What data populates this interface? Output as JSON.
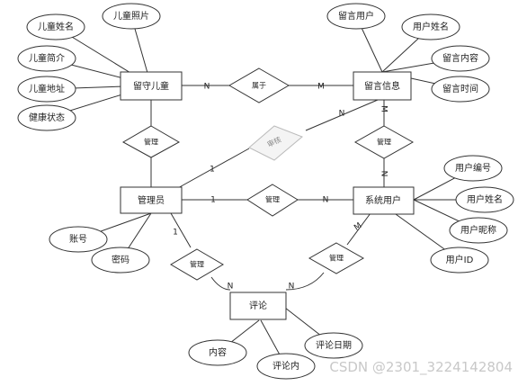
{
  "entities": {
    "left_behind_children": "留守儿童",
    "message_info": "留言信息",
    "admin": "管理员",
    "system_user": "系统用户",
    "comment": "评论"
  },
  "attributes": {
    "child_name": "儿童姓名",
    "child_photo": "儿童照片",
    "child_intro": "儿童简介",
    "child_address": "儿童地址",
    "health_status": "健康状态",
    "message_user": "留言用户",
    "message_user_name": "用户姓名",
    "message_content": "留言内容",
    "message_time": "留言时间",
    "account": "账号",
    "password": "密码",
    "user_number": "用户编号",
    "user_name": "用户姓名",
    "user_nickname": "用户昵称",
    "user_id": "用户ID",
    "comment_content": "内容",
    "comment_text": "评论内",
    "comment_date": "评论日期"
  },
  "relationships": {
    "belongs_to": "属于",
    "manage_children": "管理",
    "review": "审核",
    "manage_messages": "管理",
    "manage_users": "管理",
    "manage_comments": "管理",
    "user_comment": "管理"
  },
  "cardinalities": {
    "children_belongs": "N",
    "belongs_message": "M",
    "message_review": "N",
    "review_admin": "1",
    "message_manage": "M",
    "manage_user": "N",
    "admin_manage": "1",
    "manage_sysuser": "N",
    "admin_comment": "1",
    "comment_from_admin": "N",
    "sysuser_comment": "M",
    "comment_from_user": "N"
  },
  "watermark": "CSDN @2301_3224142804"
}
